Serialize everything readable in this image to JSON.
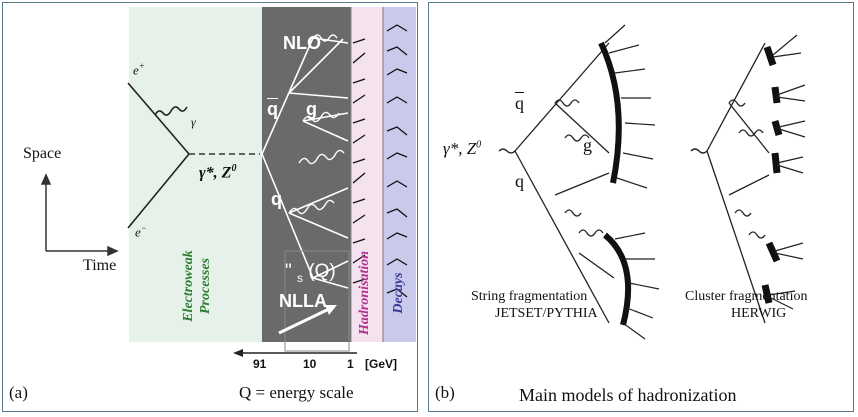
{
  "panel_a": {
    "tag": "(a)",
    "axis_space": "Space",
    "axis_time": "Time",
    "label_eplus": "e",
    "label_eplus_sup": "+",
    "label_eminus": "e",
    "label_eminus_sup": "−",
    "label_gamma_small": "γ",
    "boson": "γ*, Z",
    "boson_sup": "0",
    "nlo": "NLO",
    "nlla": "NLLA",
    "qbar": "q",
    "q": "q",
    "g": "g",
    "alpha_s": "\" ",
    "alpha_s_sub": "s",
    "alpha_s_arg": "(Q)",
    "electroweak": "Electroweak Processes",
    "hadronisation": "Hadronisation",
    "decays": "Decays",
    "tick_91": "91",
    "tick_10": "10",
    "tick_1": "1",
    "unit": "[GeV]",
    "energy_scale": "Q = energy scale",
    "colors": {
      "electroweak_bg": "#e6f2e9",
      "parton_bg": "#6a6a6a",
      "hadron_bg": "#f4e2ef",
      "decay_bg": "#c9c9ec",
      "electroweak_text": "#2e7d32",
      "hadron_text": "#b0318f",
      "decay_text": "#3a3a9a"
    }
  },
  "panel_b": {
    "tag": "(b)",
    "boson": "γ*, Z",
    "boson_sup": "0",
    "qbar": "q",
    "q": "q",
    "g": "g",
    "string_title": "String fragmentation",
    "string_sub": "JETSET/PYTHIA",
    "cluster_title": "Cluster fragmentation",
    "cluster_sub": "HERWIG",
    "caption": "Main models of hadronization"
  }
}
